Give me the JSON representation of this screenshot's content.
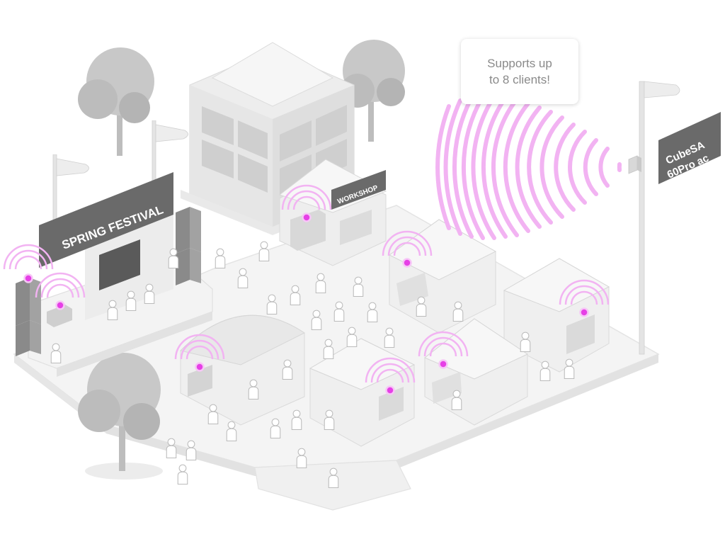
{
  "callout": {
    "line1": "Supports up",
    "line2": "to 8 clients!"
  },
  "stage_banner": "SPRING FESTIVAL",
  "workshop_sign": "WORKSHOP",
  "device_sign": {
    "line1": "CubeSA",
    "line2": "60Pro ac"
  },
  "colors": {
    "signal": "#e640e6",
    "signal_wave": "#f2b3f2",
    "banner": "#6a6a6a",
    "tree": "#bdbdbd",
    "people": "#ffffff",
    "people_outline": "#bbbbbb",
    "ground": "#f2f2f2"
  },
  "icons": [
    "wifi-signal-icon",
    "access-point-icon",
    "person-icon",
    "flag-icon",
    "speaker-icon",
    "tree-icon",
    "tent-icon",
    "screen-icon"
  ]
}
